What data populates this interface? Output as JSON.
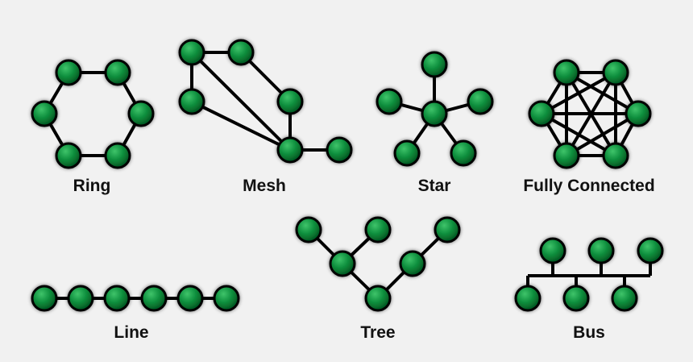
{
  "labels": {
    "ring": "Ring",
    "mesh": "Mesh",
    "star": "Star",
    "fully_connected": "Fully Connected",
    "line": "Line",
    "tree": "Tree",
    "bus": "Bus"
  },
  "colors": {
    "background": "#f1f1f1",
    "node_fill": "#0a8a3a",
    "node_highlight": "#3fc46a",
    "node_shadow": "#04501f",
    "edge": "#000000",
    "label": "#111111"
  }
}
